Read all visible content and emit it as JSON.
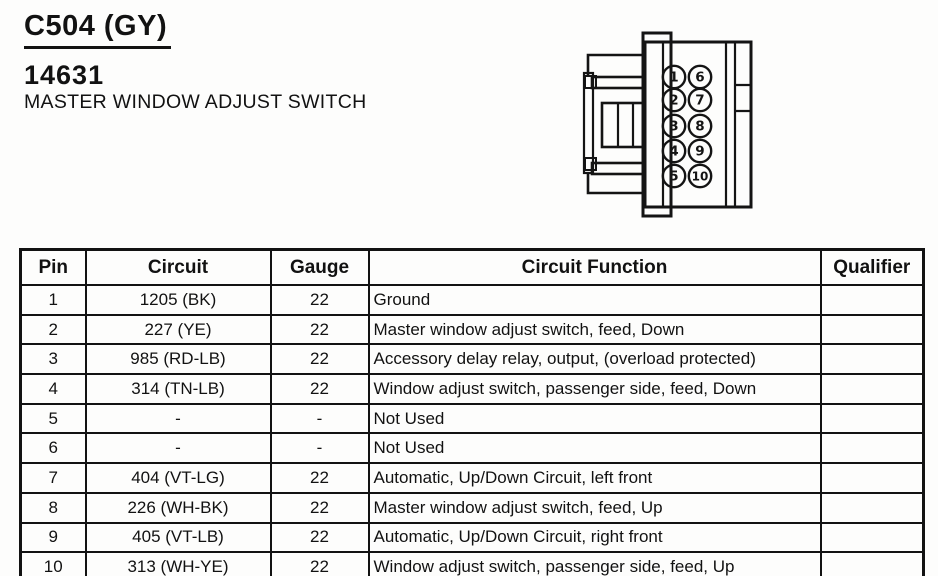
{
  "page": {
    "connector_id": "C504 (GY)",
    "part_number": "14631",
    "description": "MASTER WINDOW ADJUST SWITCH"
  },
  "connector_diagram": {
    "pin_labels": [
      "1",
      "2",
      "3",
      "4",
      "5",
      "6",
      "7",
      "8",
      "9",
      "10"
    ]
  },
  "table": {
    "headers": [
      "Pin",
      "Circuit",
      "Gauge",
      "Circuit Function",
      "Qualifier"
    ],
    "rows": [
      {
        "pin": "1",
        "circuit": "1205 (BK)",
        "gauge": "22",
        "function": "Ground",
        "qualifier": ""
      },
      {
        "pin": "2",
        "circuit": "227 (YE)",
        "gauge": "22",
        "function": "Master window adjust switch, feed, Down",
        "qualifier": ""
      },
      {
        "pin": "3",
        "circuit": "985 (RD-LB)",
        "gauge": "22",
        "function": "Accessory delay relay, output, (overload protected)",
        "qualifier": ""
      },
      {
        "pin": "4",
        "circuit": "314 (TN-LB)",
        "gauge": "22",
        "function": "Window adjust switch, passenger side, feed, Down",
        "qualifier": ""
      },
      {
        "pin": "5",
        "circuit": "-",
        "gauge": "-",
        "function": "Not Used",
        "qualifier": ""
      },
      {
        "pin": "6",
        "circuit": "-",
        "gauge": "-",
        "function": "Not Used",
        "qualifier": ""
      },
      {
        "pin": "7",
        "circuit": "404 (VT-LG)",
        "gauge": "22",
        "function": "Automatic, Up/Down Circuit, left front",
        "qualifier": ""
      },
      {
        "pin": "8",
        "circuit": "226 (WH-BK)",
        "gauge": "22",
        "function": "Master window adjust switch, feed, Up",
        "qualifier": ""
      },
      {
        "pin": "9",
        "circuit": "405 (VT-LB)",
        "gauge": "22",
        "function": "Automatic, Up/Down Circuit, right front",
        "qualifier": ""
      },
      {
        "pin": "10",
        "circuit": "313 (WH-YE)",
        "gauge": "22",
        "function": "Window adjust switch, passenger side, feed, Up",
        "qualifier": ""
      }
    ]
  },
  "colors": {
    "ink": "#121212",
    "paper": "#fdfdfc"
  }
}
